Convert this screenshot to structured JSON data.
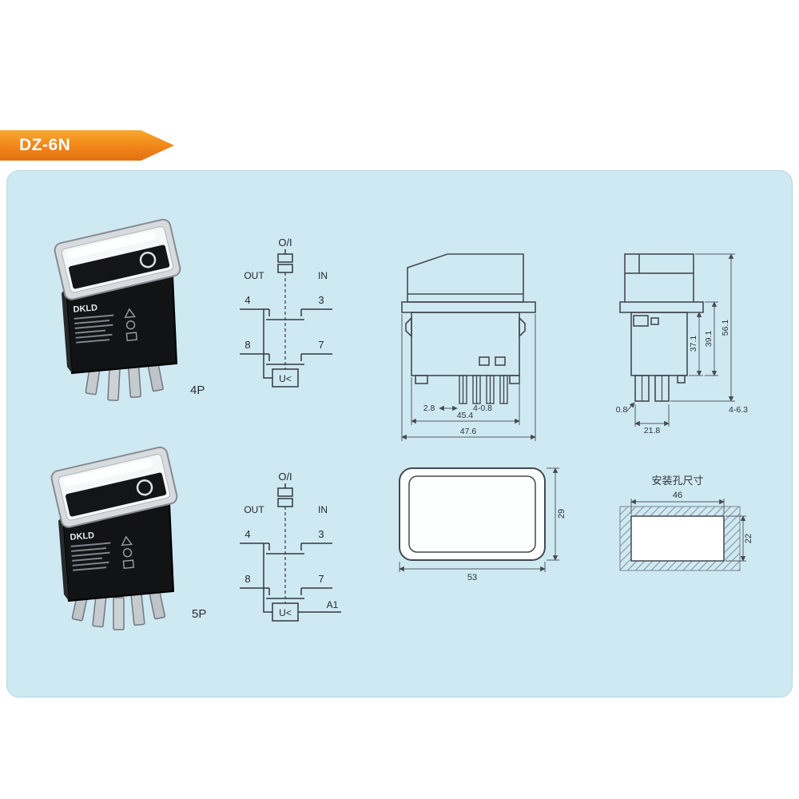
{
  "colors": {
    "accent_orange": "#f08519",
    "panel_blue": "#cfe9f3",
    "drawing_line": "#444a4f"
  },
  "ribbon": {
    "label": "DZ-6N"
  },
  "products": [
    {
      "label": "4P",
      "brand": "DKLD"
    },
    {
      "label": "5P",
      "brand": "DKLD"
    }
  ],
  "circuits": [
    {
      "power_label": "O/I",
      "out": "OUT",
      "in": "IN",
      "t1": "4",
      "t2": "3",
      "t3": "8",
      "t4": "7",
      "relay": "U<"
    },
    {
      "power_label": "O/I",
      "out": "OUT",
      "in": "IN",
      "t1": "4",
      "t2": "3",
      "t3": "8",
      "t4": "7",
      "aux": "A1",
      "relay": "U<"
    }
  ],
  "front_view": {
    "pin_offset": "2.8",
    "pin_spec": "4-0.8",
    "body_width": "45.4",
    "flange_width": "47.6"
  },
  "side_view": {
    "body_height": "37.1",
    "mid_height": "39.1",
    "total_height": "56.1",
    "pin_thickness": "0.8",
    "pin_span": "21.8",
    "terminal_spec": "4-6.3"
  },
  "cutout": {
    "height": "29",
    "width": "53"
  },
  "mounting_hole": {
    "title": "安装孔尺寸",
    "width": "46",
    "height": "22"
  }
}
